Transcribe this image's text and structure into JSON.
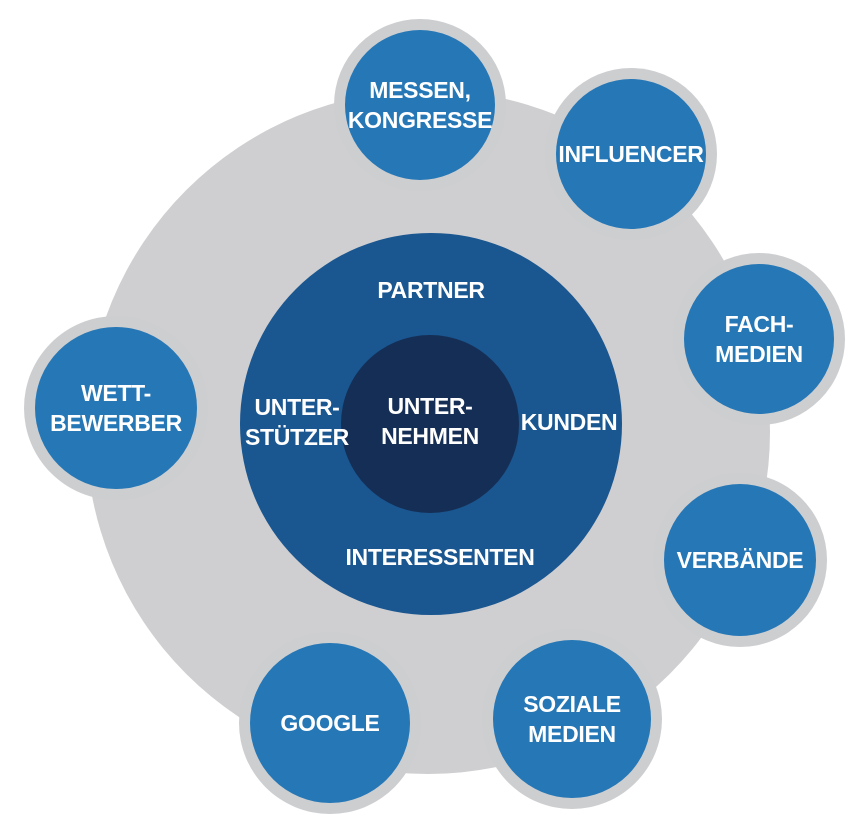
{
  "colors": {
    "outer_ring": "#cfcfd1",
    "satellite_border": "#cdced0",
    "satellite_fill": "#2577b6",
    "middle_ring": "#1a5690",
    "core": "#152e55",
    "text": "#ffffff"
  },
  "core": {
    "lines": [
      "UNTER-",
      "NEHMEN"
    ]
  },
  "ring": {
    "labels": [
      {
        "id": "partner",
        "lines": [
          "PARTNER"
        ]
      },
      {
        "id": "kunden",
        "lines": [
          "KUNDEN"
        ]
      },
      {
        "id": "interessenten",
        "lines": [
          "INTERESSENTEN"
        ]
      },
      {
        "id": "unterstuetzer",
        "lines": [
          "UNTER-",
          "STÜTZER"
        ]
      }
    ]
  },
  "satellites": [
    {
      "id": "messen-kongresse",
      "lines": [
        "MESSEN,",
        "KONGRESSE"
      ]
    },
    {
      "id": "influencer",
      "lines": [
        "INFLUENCER"
      ]
    },
    {
      "id": "fachmedien",
      "lines": [
        "FACH-",
        "MEDIEN"
      ]
    },
    {
      "id": "verbaende",
      "lines": [
        "VERBÄNDE"
      ]
    },
    {
      "id": "soziale-medien",
      "lines": [
        "SOZIALE",
        "MEDIEN"
      ]
    },
    {
      "id": "google",
      "lines": [
        "GOOGLE"
      ]
    },
    {
      "id": "wettbewerber",
      "lines": [
        "WETT-",
        "BEWERBER"
      ]
    }
  ]
}
